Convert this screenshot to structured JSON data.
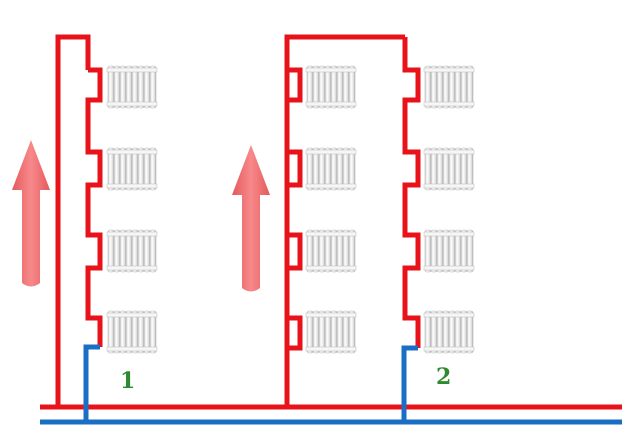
{
  "labels": {
    "system_1": "1",
    "system_2": "2"
  },
  "colors": {
    "supply_pipe": "#e8131a",
    "return_pipe": "#1a6fc4",
    "arrow": "#f07274",
    "label_text": "#2e8a2e",
    "radiator_light": "#f6f6f6",
    "radiator_dark": "#b9b9b9",
    "background": "#ffffff"
  },
  "icons": {
    "flow_arrow": "up-arrow-icon",
    "radiator": "radiator-icon"
  },
  "systems": [
    {
      "label_key": "system_1",
      "radiator_columns": 1,
      "radiators_per_column": 4,
      "return_connection": "bottom"
    },
    {
      "label_key": "system_2",
      "radiator_columns": 2,
      "radiators_per_column": 4,
      "return_connection": "bottom"
    }
  ]
}
